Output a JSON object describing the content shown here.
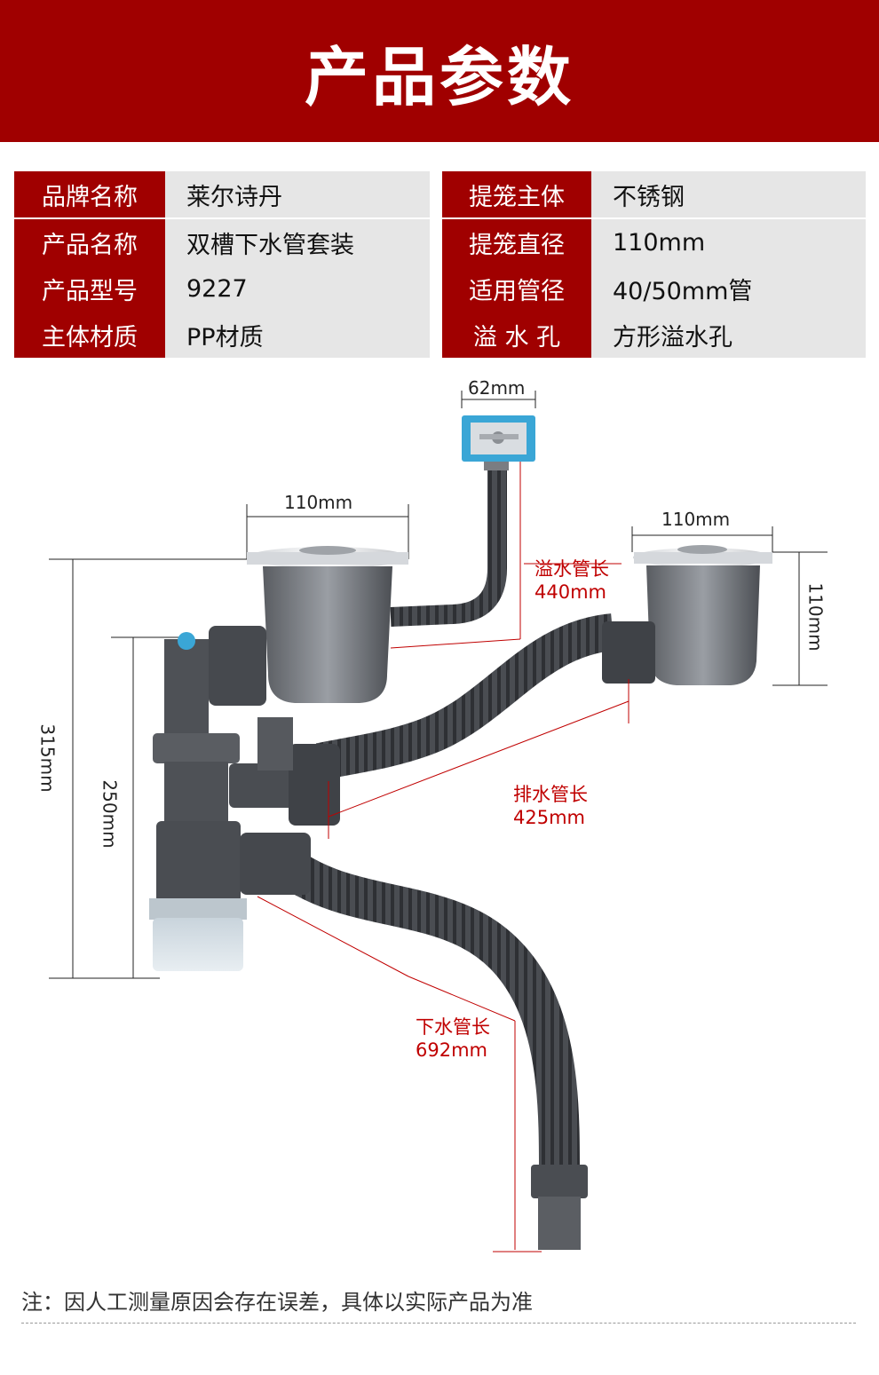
{
  "header": {
    "title": "产品参数"
  },
  "specs": [
    {
      "k1": "品牌名称",
      "v1": "莱尔诗丹",
      "k2": "提笼主体",
      "v2": "不锈钢"
    },
    {
      "k1": "产品名称",
      "v1": "双槽下水管套装",
      "k2": "提笼直径",
      "v2": "110mm"
    },
    {
      "k1": "产品型号",
      "v1": "9227",
      "k2": "适用管径",
      "v2": "40/50mm管"
    },
    {
      "k1": "主体材质",
      "v1": "PP材质",
      "k2": "溢 水 孔",
      "v2": "方形溢水孔"
    }
  ],
  "diagram": {
    "dims": {
      "overflow_width": "62mm",
      "basket_left_width": "110mm",
      "basket_right_width": "110mm",
      "basket_right_height": "110mm",
      "total_height": "315mm",
      "trap_height": "250mm"
    },
    "lengths": {
      "overflow_label": "溢水管长",
      "overflow_value": "440mm",
      "drain_label": "排水管长",
      "drain_value": "425mm",
      "down_label": "下水管长",
      "down_value": "692mm"
    }
  },
  "note": "注：因人工测量原因会存在误差，具体以实际产品为准",
  "colors": {
    "brand_red": "#a00000",
    "value_bg": "#e6e6e6",
    "hose": "#4a4d52",
    "steel": "#8a8d92"
  }
}
